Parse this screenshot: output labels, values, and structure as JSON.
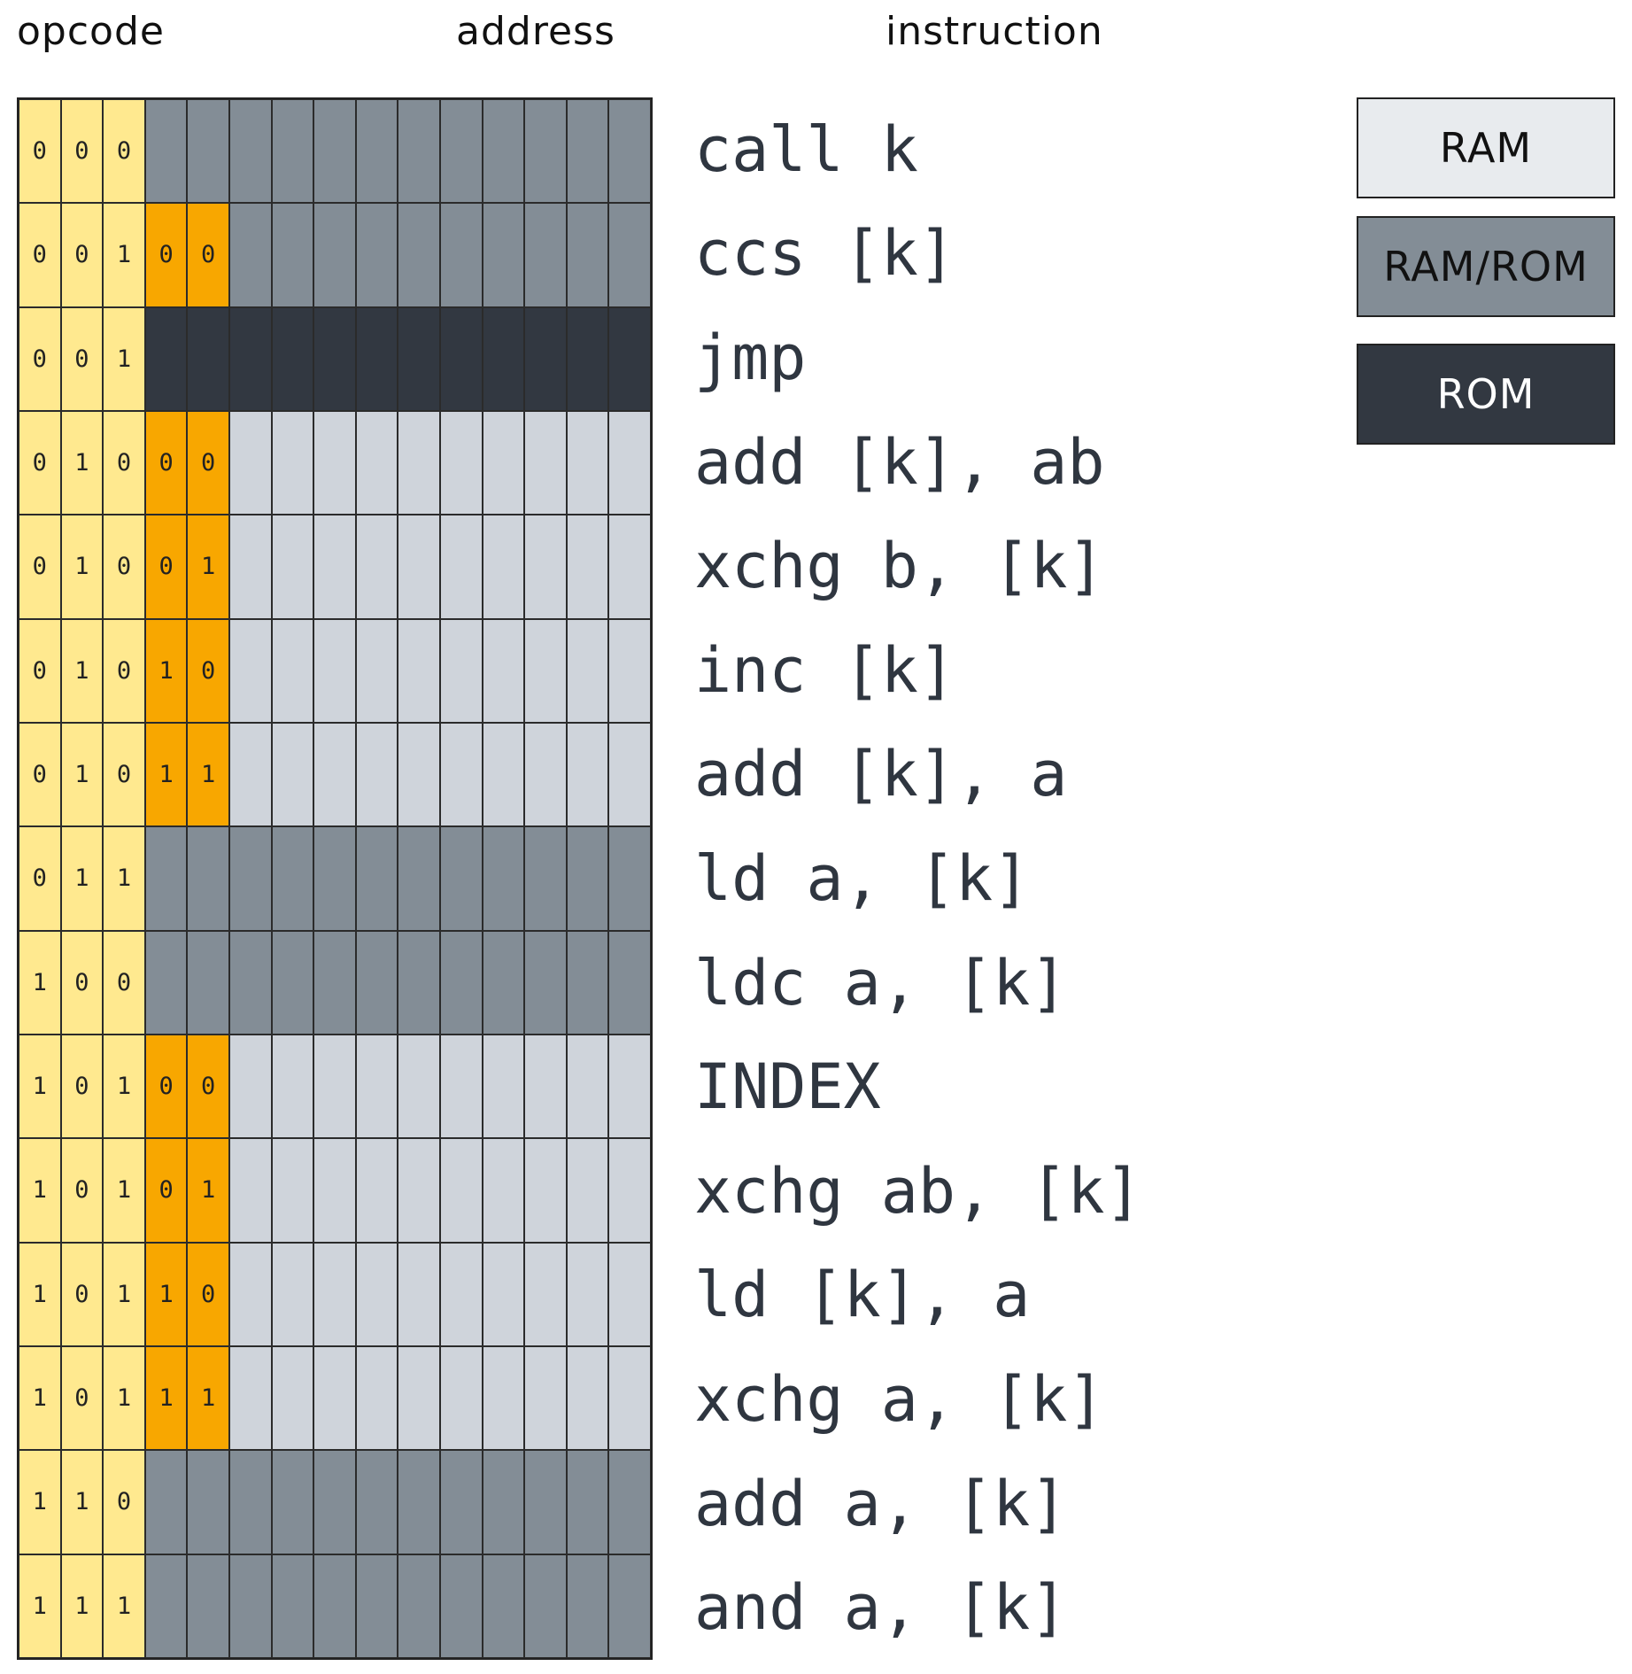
{
  "headers": {
    "opcode": "opcode",
    "address": "address",
    "instruction": "instruction"
  },
  "legend": {
    "ram": "RAM",
    "ram_rom": "RAM/ROM",
    "rom": "ROM"
  },
  "colors": {
    "opcode_bits": "#ffe98f",
    "sub_opcode_bits": "#f8a700",
    "ram": "#cfd4db",
    "ram_rom": "#838d96",
    "rom": "#323841"
  },
  "rows": [
    {
      "bits": [
        "0",
        "0",
        "0"
      ],
      "memory": "ram_rom",
      "instruction": "call k"
    },
    {
      "bits": [
        "0",
        "0",
        "1",
        "0",
        "0"
      ],
      "memory": "ram_rom",
      "instruction": "ccs [k]"
    },
    {
      "bits": [
        "0",
        "0",
        "1"
      ],
      "memory": "rom",
      "instruction": "jmp"
    },
    {
      "bits": [
        "0",
        "1",
        "0",
        "0",
        "0"
      ],
      "memory": "ram",
      "instruction": "add [k], ab"
    },
    {
      "bits": [
        "0",
        "1",
        "0",
        "0",
        "1"
      ],
      "memory": "ram",
      "instruction": "xchg b, [k]"
    },
    {
      "bits": [
        "0",
        "1",
        "0",
        "1",
        "0"
      ],
      "memory": "ram",
      "instruction": "inc [k]"
    },
    {
      "bits": [
        "0",
        "1",
        "0",
        "1",
        "1"
      ],
      "memory": "ram",
      "instruction": "add [k], a"
    },
    {
      "bits": [
        "0",
        "1",
        "1"
      ],
      "memory": "ram_rom",
      "instruction": "ld a, [k]"
    },
    {
      "bits": [
        "1",
        "0",
        "0"
      ],
      "memory": "ram_rom",
      "instruction": "ldc a, [k]"
    },
    {
      "bits": [
        "1",
        "0",
        "1",
        "0",
        "0"
      ],
      "memory": "ram",
      "instruction": "INDEX"
    },
    {
      "bits": [
        "1",
        "0",
        "1",
        "0",
        "1"
      ],
      "memory": "ram",
      "instruction": "xchg ab, [k]"
    },
    {
      "bits": [
        "1",
        "0",
        "1",
        "1",
        "0"
      ],
      "memory": "ram",
      "instruction": "ld [k], a"
    },
    {
      "bits": [
        "1",
        "0",
        "1",
        "1",
        "1"
      ],
      "memory": "ram",
      "instruction": "xchg a, [k]"
    },
    {
      "bits": [
        "1",
        "1",
        "0"
      ],
      "memory": "ram_rom",
      "instruction": "add a, [k]"
    },
    {
      "bits": [
        "1",
        "1",
        "1"
      ],
      "memory": "ram_rom",
      "instruction": "and a, [k]"
    }
  ]
}
